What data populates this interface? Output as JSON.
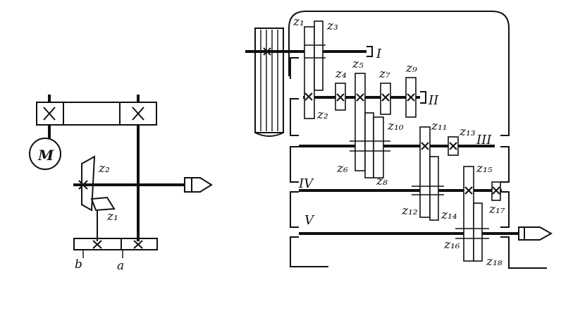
{
  "left_scheme": {
    "motor_label": "M",
    "gear_labels": {
      "z2": "z₂",
      "z1": "z₁"
    },
    "change_gear_labels": {
      "b": "b",
      "a": "a"
    }
  },
  "right_scheme": {
    "gear_labels": {
      "z1": "z₁",
      "z3": "z₃",
      "z4": "z₄",
      "z5": "z₅",
      "z7": "z₇",
      "z9": "z₉",
      "z2": "z₂",
      "z10": "z₁₀",
      "z11": "z₁₁",
      "z13": "z₁₃",
      "z6": "z₆",
      "z8": "z₈",
      "z15": "z₁₅",
      "z12": "z₁₂",
      "z14": "z₁₄",
      "z17": "z₁₇",
      "z16": "z₁₆",
      "z18": "z₁₈"
    },
    "shaft_labels": {
      "I": "I",
      "II": "II",
      "III": "III",
      "IV": "IV",
      "V": "V"
    }
  }
}
